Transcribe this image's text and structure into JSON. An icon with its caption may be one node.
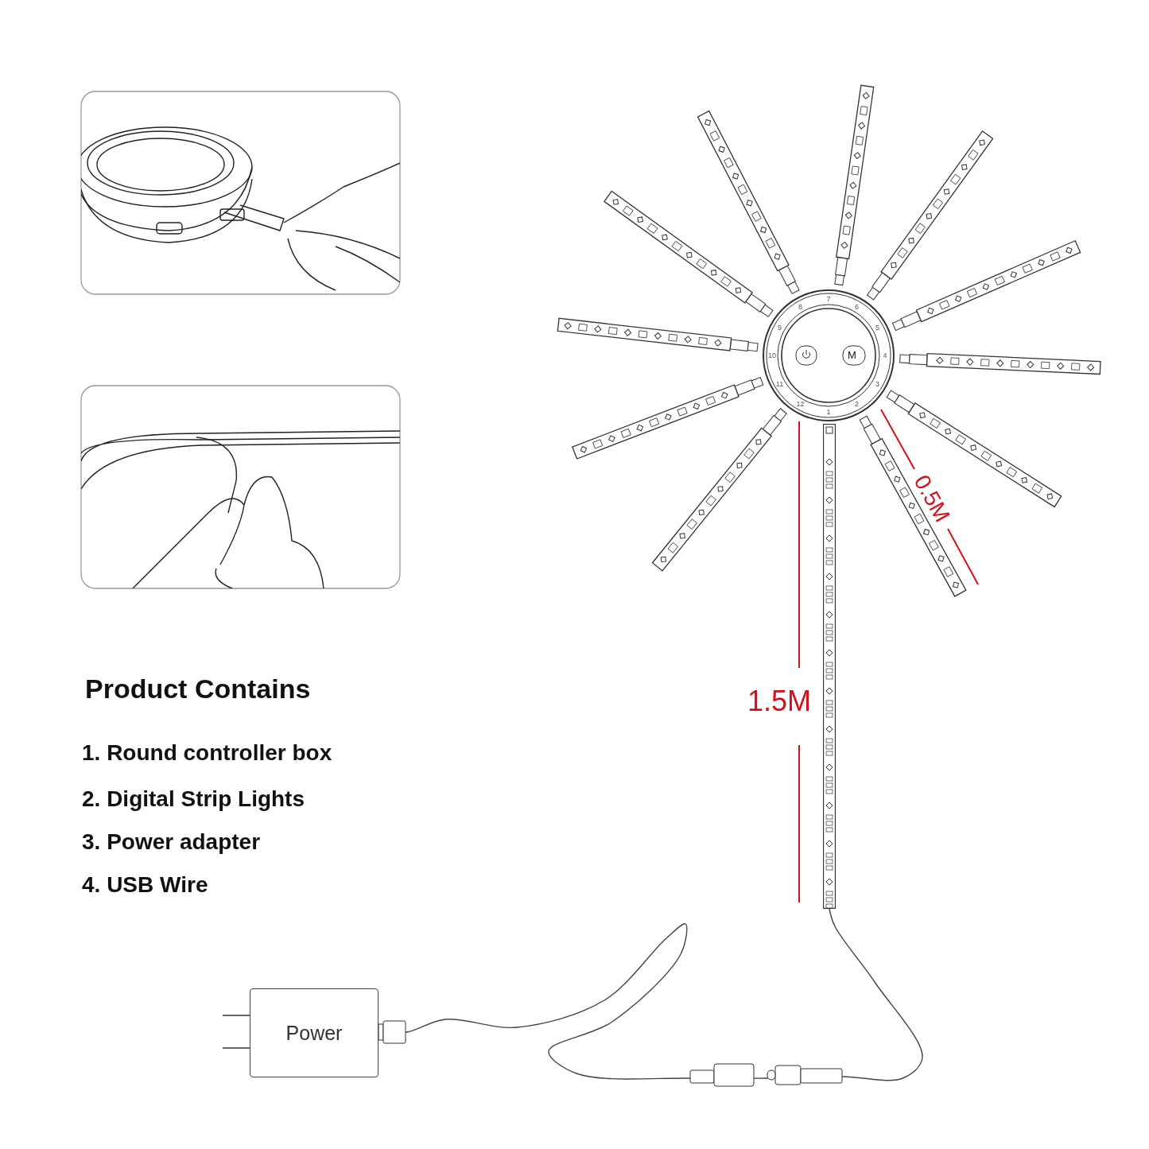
{
  "diagram": {
    "nodes": [
      {
        "text": [
          "Power"
        ]
      },
      {
        "text": [],
        "shape": "bar"
      }
    ],
    "edges": [
      {
        "from": 0,
        "to": 1,
        "arrow": "none"
      }
    ],
    "labels": [
      "Product Contains",
      "1. Round controller box",
      "2. Digital Strip Lights",
      "3. Power adapter",
      "4. USB Wire",
      "M",
      "1",
      "2",
      "3",
      "4",
      "5",
      "6",
      "7",
      "8",
      "9",
      "10",
      "11",
      "12",
      "0.5M",
      "1.5M"
    ]
  }
}
